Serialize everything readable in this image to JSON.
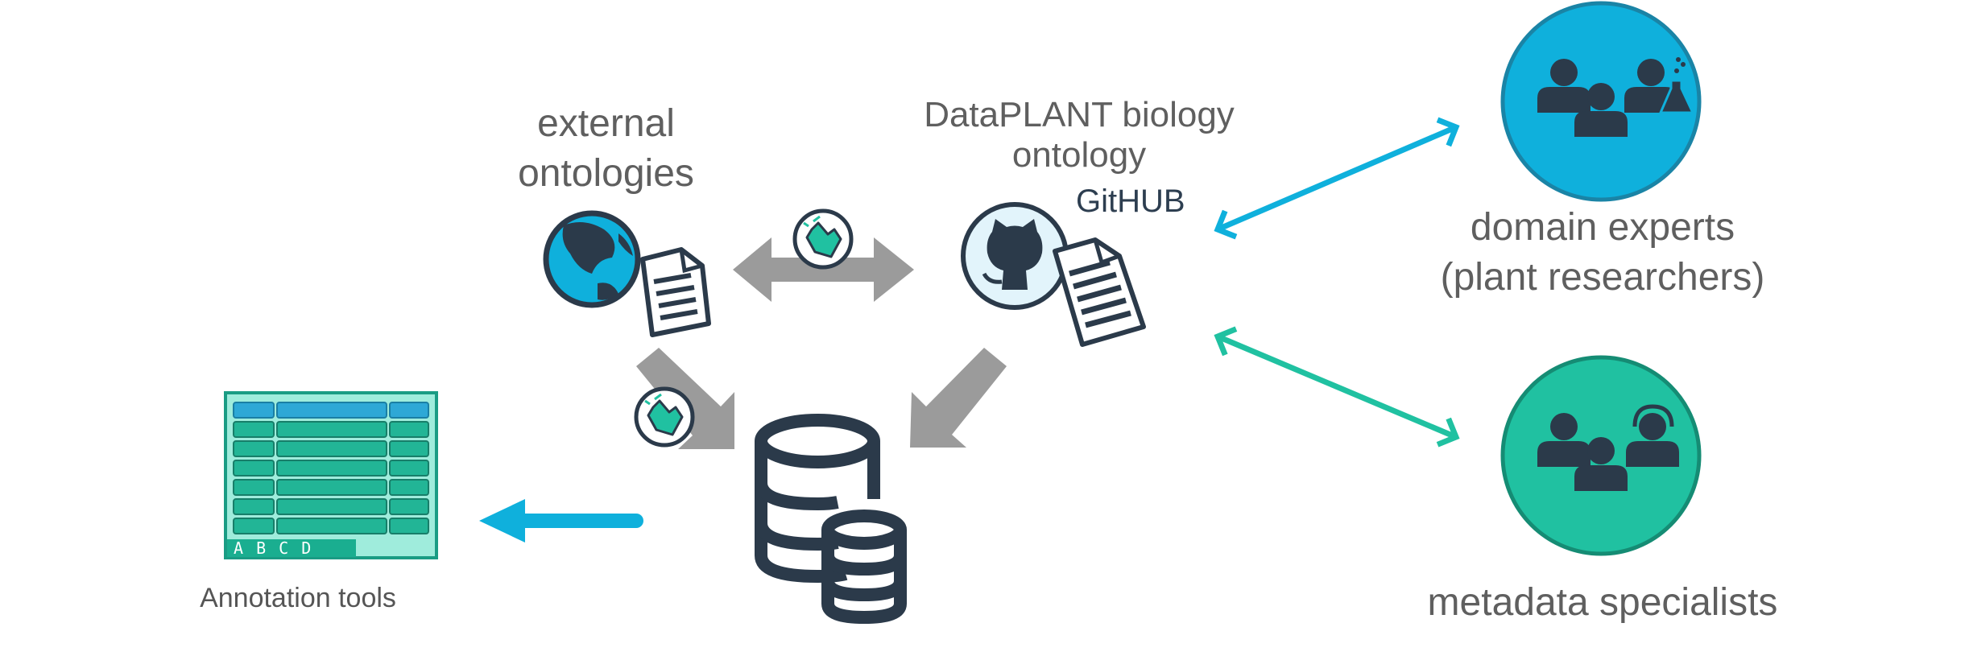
{
  "labels": {
    "external_ontologies": [
      "external",
      "ontologies"
    ],
    "dataplant_ontology": [
      "DataPLANT biology",
      "ontology"
    ],
    "github": "GitHUB",
    "domain_experts": [
      "domain experts",
      "(plant researchers)"
    ],
    "metadata_specialists": "metadata specialists",
    "annotation_tools": "Annotation tools",
    "table_columns": "A B C D"
  },
  "icons": [
    "globe-icon",
    "document-icon",
    "github-octocat-icon",
    "hand-gesture-icon",
    "database-icon",
    "spreadsheet-icon",
    "researchers-group-icon",
    "specialists-group-icon"
  ],
  "colors": {
    "blue": "#0fb0dc",
    "teal": "#20c1a1",
    "gray_arrow": "#9b9b9b",
    "dark": "#2b3a4a",
    "text": "#5f5f5f"
  }
}
